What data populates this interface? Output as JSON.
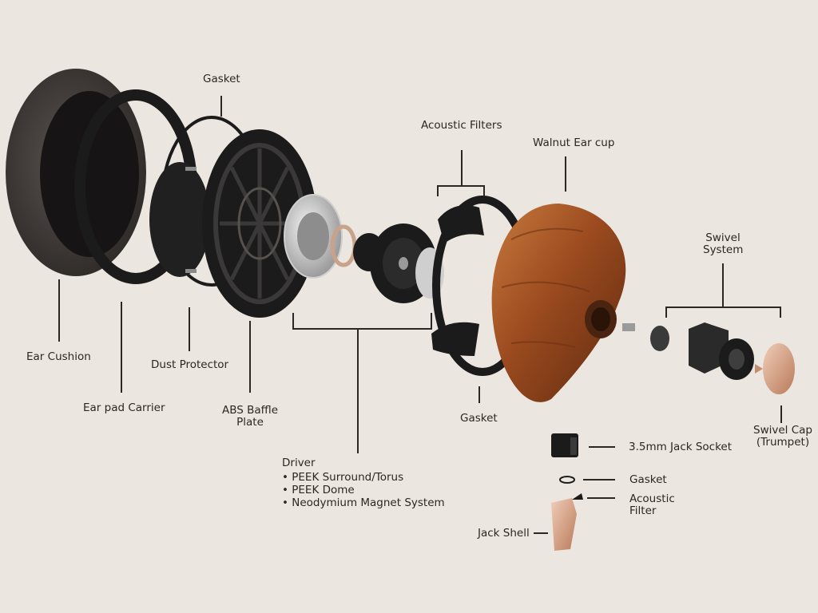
{
  "labels": {
    "gasket_top": "Gasket",
    "acoustic_filters": "Acoustic Filters",
    "walnut_ear_cup": "Walnut Ear cup",
    "swivel_system_1": "Swivel",
    "swivel_system_2": "System",
    "ear_cushion": "Ear Cushion",
    "dust_protector": "Dust Protector",
    "ear_pad_carrier": "Ear pad Carrier",
    "abs_baffle_1": "ABS Baffle",
    "abs_baffle_2": "Plate",
    "gasket_mid": "Gasket",
    "swivel_cap_1": "Swivel Cap",
    "swivel_cap_2": "(Trumpet)",
    "jack_socket": "3.5mm Jack Socket",
    "gasket_small": "Gasket",
    "acoustic_filter_1": "Acoustic",
    "acoustic_filter_2": "Filter",
    "jack_shell": "Jack Shell"
  },
  "driver": {
    "title": "Driver",
    "items": [
      "PEEK Surround/Torus",
      "PEEK Dome",
      "Neodymium Magnet System"
    ]
  },
  "colors": {
    "background": "#ece6e0",
    "leader": "#2c2724",
    "walnut": "#9a4a1e",
    "dark_part": "#1c1b1b",
    "copper": "#d4a184"
  }
}
